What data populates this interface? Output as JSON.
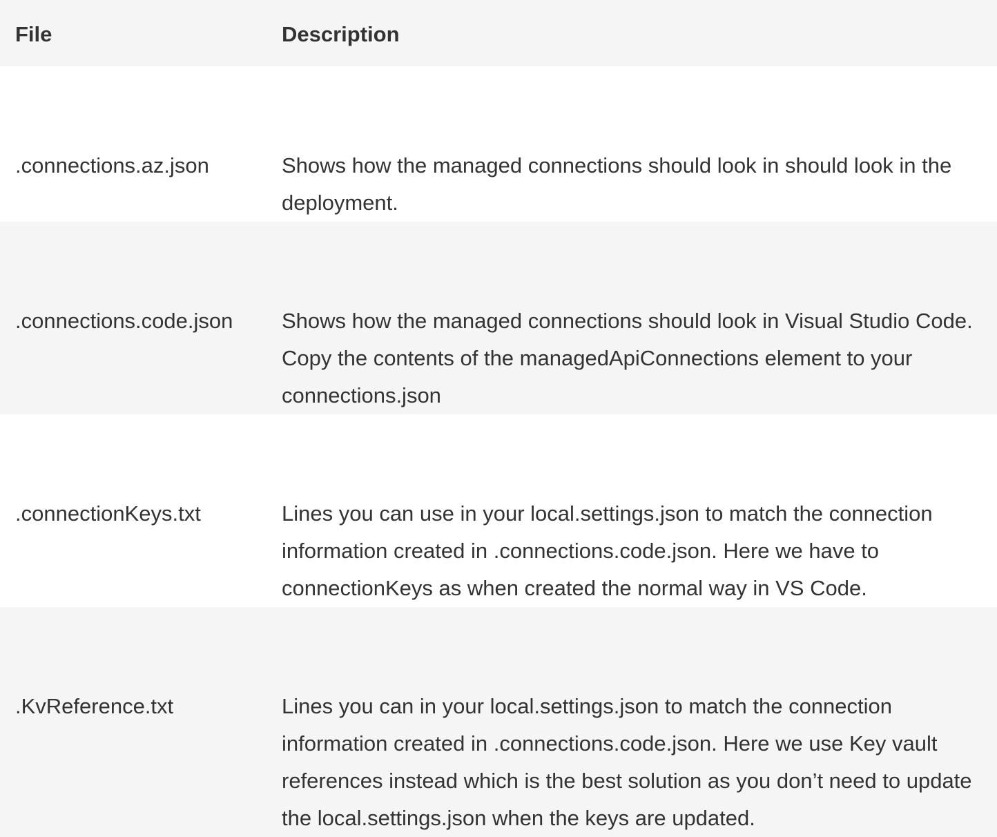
{
  "table": {
    "headers": {
      "file": "File",
      "description": "Description"
    },
    "rows": [
      {
        "file": ".connections.az.json",
        "description": "Shows how the managed connections should look in should look in the deployment."
      },
      {
        "file": ".connections.code.json",
        "description": "Shows how the managed connections should look in Visual Studio Code. Copy the contents of the managedApiConnections element to your connections.json"
      },
      {
        "file": ".connectionKeys.txt",
        "description": "Lines you can use in your local.settings.json to match the connection information created in .connections.code.json. Here we have to connectionKeys as when created the normal way in VS Code."
      },
      {
        "file": ".KvReference.txt",
        "description": "Lines you can in your local.settings.json to match the connection information created in .connections.code.json. Here we use Key vault references instead which is the best solution as you don’t need to update the local.settings.json when the keys are updated."
      }
    ]
  }
}
